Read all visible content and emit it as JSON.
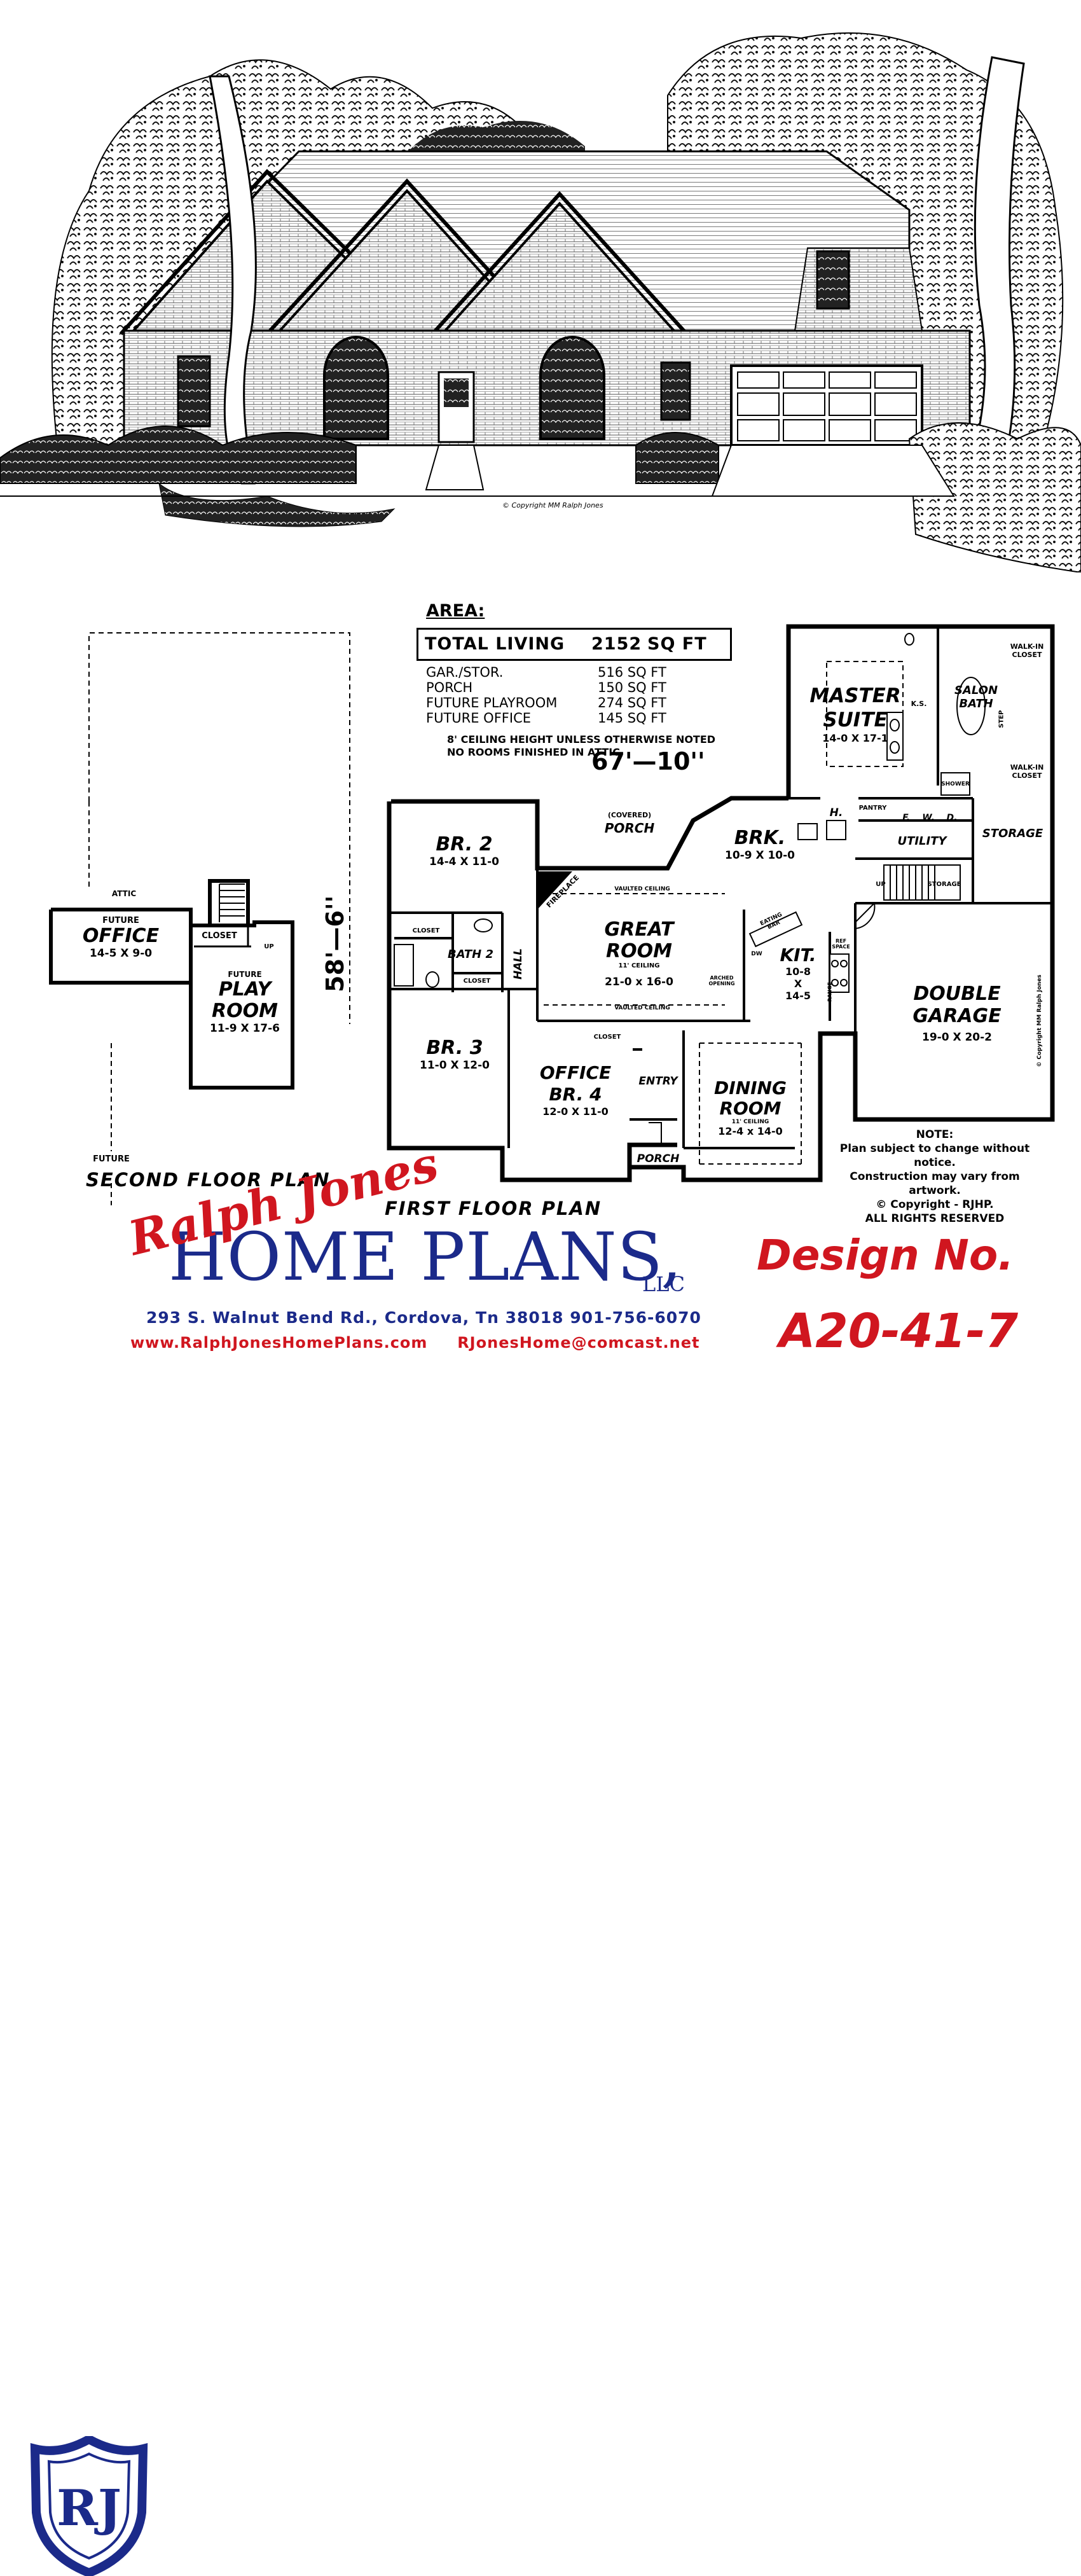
{
  "rendering": {
    "copyright": "© Copyright MM Ralph Jones"
  },
  "area": {
    "title": "AREA:",
    "total_label": "TOTAL LIVING",
    "total_value": "2152",
    "total_unit": "SQ FT",
    "rows": [
      {
        "label": "GAR./STOR.",
        "value": "516  SQ  FT"
      },
      {
        "label": "PORCH",
        "value": "150  SQ  FT"
      },
      {
        "label": "FUTURE  PLAYROOM",
        "value": "274  SQ  FT"
      },
      {
        "label": "FUTURE  OFFICE",
        "value": "145  SQ  FT"
      }
    ],
    "notes": [
      "8' CEILING HEIGHT UNLESS OTHERWISE NOTED",
      "NO ROOMS FINISHED IN ATTIC"
    ]
  },
  "dimensions": {
    "width": "67'—10''",
    "depth": "58'—6''"
  },
  "first_floor": {
    "label": "FIRST  FLOOR  PLAN",
    "rooms": {
      "br2": {
        "name": "BR. 2",
        "size": "14-4 X 11-0"
      },
      "porch_cov_tag": "(COVERED)",
      "porch": "PORCH",
      "brk": {
        "name": "BRK.",
        "size": "10-9 X 10-0"
      },
      "master": {
        "name1": "MASTER",
        "name2": "SUITE",
        "size": "14-0 X 17-1"
      },
      "ks": "K.S.",
      "salon": {
        "name1": "SALON",
        "name2": "BATH"
      },
      "step": "STEP",
      "walkin1": "WALK-IN CLOSET",
      "walkin2": "WALK-IN CLOSET",
      "shower": "SHOWER",
      "h": "H.",
      "pantry": "PANTRY",
      "f": "F.",
      "w": "W.",
      "d": "D.",
      "utility": "UTILITY",
      "storage": "STORAGE",
      "storage2": "STORAGE",
      "up": "UP",
      "fireplace": "FIREPLACE",
      "vaulted1": "VAULTED CEILING",
      "vaulted2": "VAULTED CEILING",
      "great": {
        "name1": "GREAT",
        "name2": "ROOM",
        "ceiling": "11' CEILING",
        "size": "21-0 x 16-0"
      },
      "eating_bar": "EATING BAR",
      "dw": "DW",
      "kit": {
        "name": "KIT.",
        "size1": "10-8",
        "size2": "X",
        "size3": "14-5"
      },
      "ref": "REF SPACE",
      "range": "RANGE",
      "arched": "ARCHED OPENING",
      "closet_bed": "CLOSET",
      "bath2": "BATH 2",
      "closet_bath": "CLOSET",
      "hall": "HALL",
      "br3": {
        "name": "BR. 3",
        "size": "11-0 X 12-0"
      },
      "office": {
        "name1": "OFFICE",
        "name2": "BR. 4",
        "size": "12-0 X 11-0"
      },
      "closet_office": "CLOSET",
      "entry": "ENTRY",
      "porch2": "PORCH",
      "dining": {
        "name1": "DINING",
        "name2": "ROOM",
        "ceiling": "11' CEILING",
        "size": "12-4 x 14-0"
      },
      "garage": {
        "name1": "DOUBLE",
        "name2": "GARAGE",
        "size": "19-0 X 20-2"
      },
      "copy_vert": "© Copyright MM Ralph Jones"
    }
  },
  "second_floor": {
    "label": "SECOND  FLOOR  PLAN",
    "attic": "ATTIC",
    "future_office": {
      "tag": "FUTURE",
      "name": "OFFICE",
      "size": "14-5 X 9-0"
    },
    "closet": "CLOSET",
    "up": "UP",
    "play": {
      "tag": "FUTURE",
      "name1": "PLAY",
      "name2": "ROOM",
      "size": "11-9 X 17-6"
    },
    "future_bottom": "FUTURE"
  },
  "notes": {
    "title": "NOTE:",
    "lines": [
      "Plan subject to change without notice.",
      "Construction may vary from artwork.",
      "©  Copyright - RJHP.",
      "ALL RIGHTS RESERVED"
    ]
  },
  "footer": {
    "logo_letters": "RJ",
    "script_name": "Ralph Jones",
    "company": "HOME PLANS,",
    "llc": "LLC",
    "address": "293 S. Walnut Bend  Rd., Cordova, Tn  38018   901-756-6070",
    "website": "www.RalphJonesHomePlans.com",
    "email": "RJonesHome@comcast.net",
    "design_label": "Design No.",
    "design_number": "A20-41-7"
  },
  "colors": {
    "brand_blue": "#1b2a8a",
    "brand_red": "#d0161f"
  }
}
